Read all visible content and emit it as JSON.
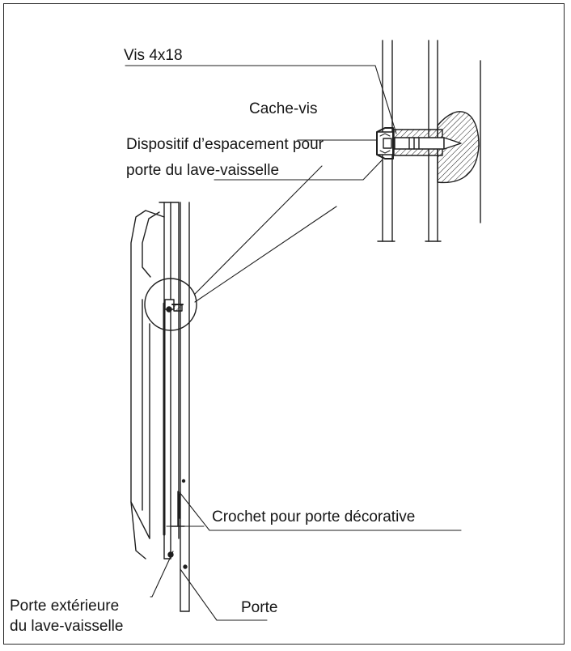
{
  "labels": {
    "screw": "Vis 4x18",
    "screw_cover": "Cache-vis",
    "spacer_line1": "Dispositif d’espacement pour",
    "spacer_line2": "porte du lave-vaisselle",
    "hook": "Crochet pour porte décorative",
    "outer_door_line1": "Porte extérieure",
    "outer_door_line2": "du lave-vaisselle",
    "door": "Porte"
  }
}
